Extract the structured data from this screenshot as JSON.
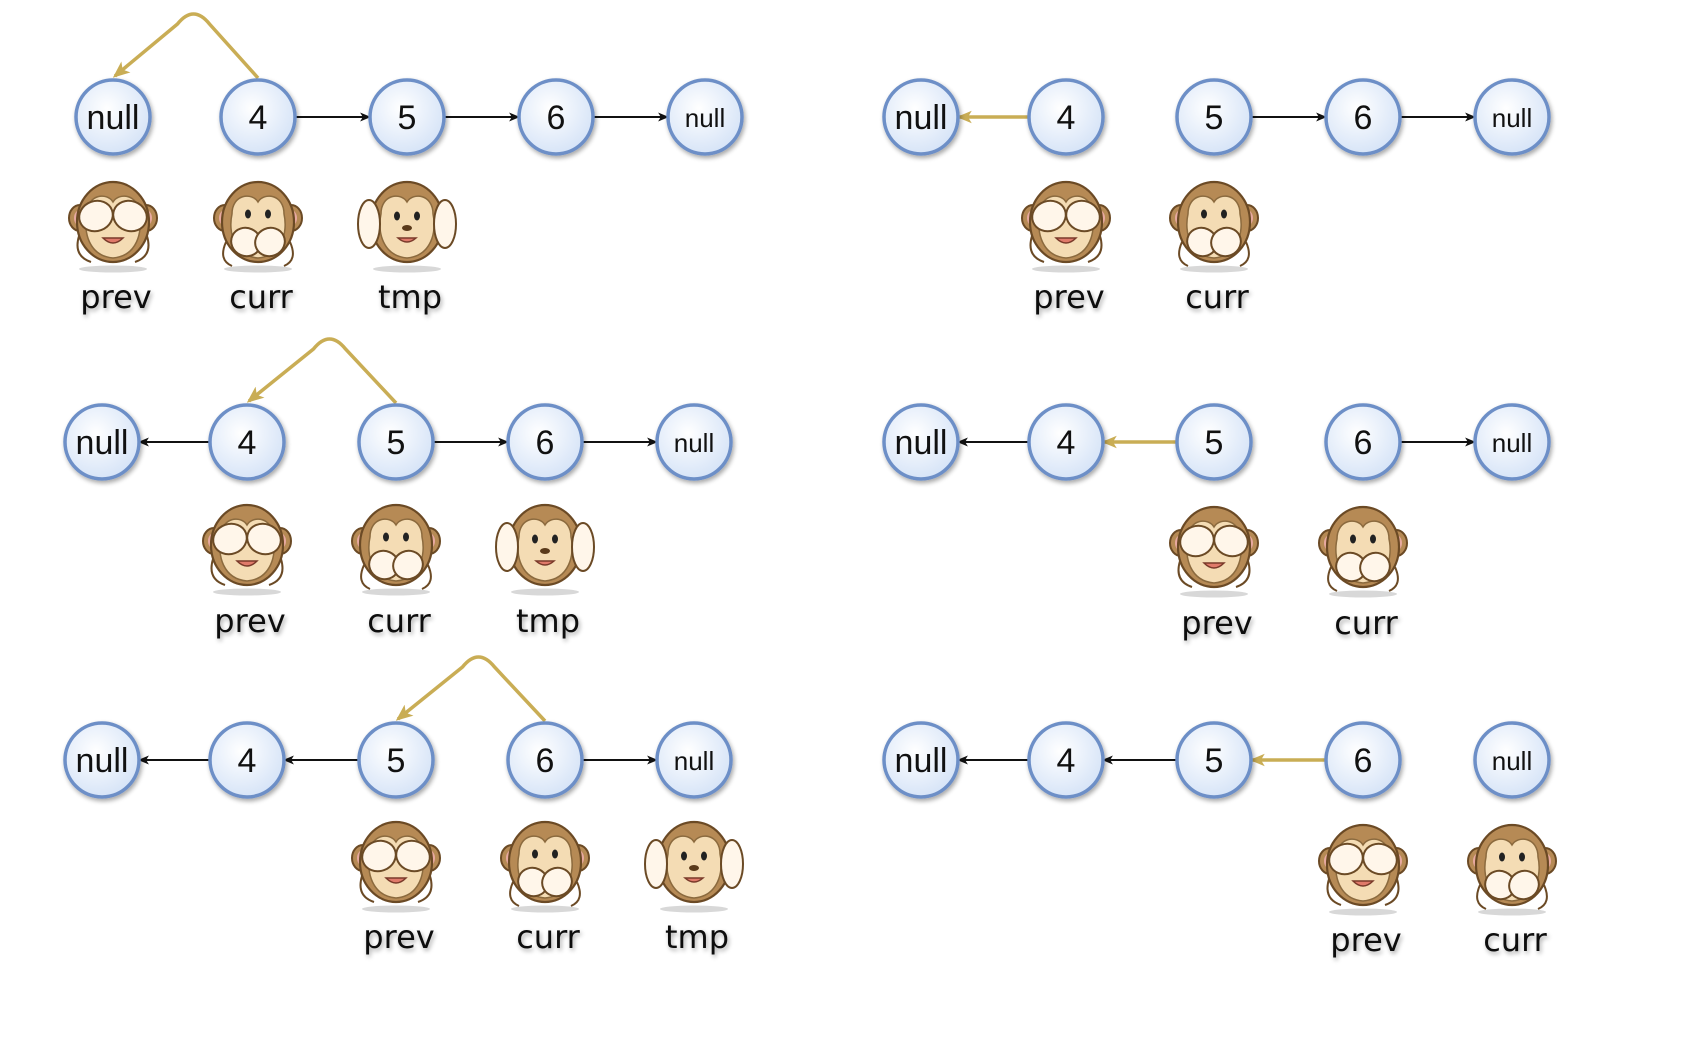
{
  "palette": {
    "node_stroke": "#6d8fc7",
    "node_fill_center": "#ffffff",
    "node_fill_edge": "#d5e3f7",
    "link_color": "#111111",
    "reversed_link_color": "#c9ad55",
    "monkey_fur": "#b68a55",
    "monkey_face": "#f4dcb4"
  },
  "icons": {
    "prev": "see-no-evil-monkey-icon",
    "curr": "speak-no-evil-monkey-icon",
    "tmp": "hear-no-evil-monkey-icon"
  },
  "steps": [
    {
      "nodes": [
        "null",
        "4",
        "5",
        "6",
        "null"
      ],
      "links": [
        "none",
        "black",
        "black",
        "black"
      ],
      "curve": {
        "from": 1,
        "to": 0
      },
      "pointers": [
        {
          "name": "prev",
          "node": 0
        },
        {
          "name": "curr",
          "node": 1
        },
        {
          "name": "tmp",
          "node": 2
        }
      ]
    },
    {
      "nodes": [
        "null",
        "4",
        "5",
        "6",
        "null"
      ],
      "links": [
        "gold",
        "none",
        "black",
        "black"
      ],
      "curve": null,
      "pointers": [
        {
          "name": "prev",
          "node": 1
        },
        {
          "name": "curr",
          "node": 2
        }
      ]
    },
    {
      "nodes": [
        "null",
        "4",
        "5",
        "6",
        "null"
      ],
      "links": [
        "back",
        "none",
        "black",
        "black"
      ],
      "curve": {
        "from": 2,
        "to": 1
      },
      "pointers": [
        {
          "name": "prev",
          "node": 1
        },
        {
          "name": "curr",
          "node": 2
        },
        {
          "name": "tmp",
          "node": 3
        }
      ]
    },
    {
      "nodes": [
        "null",
        "4",
        "5",
        "6",
        "null"
      ],
      "links": [
        "back",
        "gold",
        "none",
        "black"
      ],
      "curve": null,
      "pointers": [
        {
          "name": "prev",
          "node": 2
        },
        {
          "name": "curr",
          "node": 3
        }
      ]
    },
    {
      "nodes": [
        "null",
        "4",
        "5",
        "6",
        "null"
      ],
      "links": [
        "back",
        "back",
        "none",
        "black"
      ],
      "curve": {
        "from": 3,
        "to": 2
      },
      "pointers": [
        {
          "name": "prev",
          "node": 2
        },
        {
          "name": "curr",
          "node": 3
        },
        {
          "name": "tmp",
          "node": 4
        }
      ]
    },
    {
      "nodes": [
        "null",
        "4",
        "5",
        "6",
        "null"
      ],
      "links": [
        "back",
        "back",
        "gold",
        "none"
      ],
      "curve": null,
      "pointers": [
        {
          "name": "prev",
          "node": 3
        },
        {
          "name": "curr",
          "node": 4
        }
      ]
    }
  ]
}
